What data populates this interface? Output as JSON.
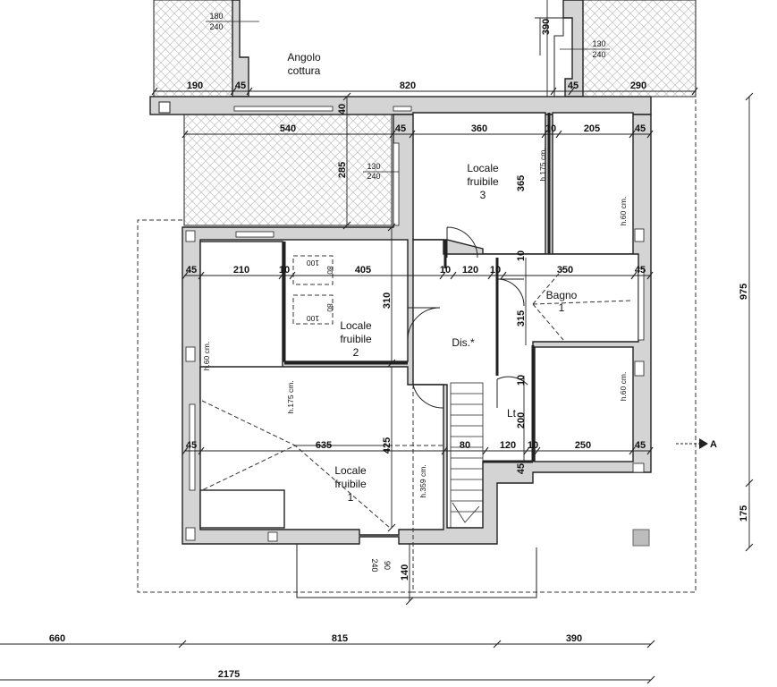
{
  "rooms": {
    "angolo_cottura": [
      "Angolo",
      "cottura"
    ],
    "locale_fruibile_3": [
      "Locale",
      "fruibile",
      "3"
    ],
    "locale_fruibile_2": [
      "Locale",
      "fruibile",
      "2"
    ],
    "locale_fruibile_1": [
      "Locale",
      "fruibile",
      "1"
    ],
    "bagno_1": [
      "Bagno",
      "1"
    ],
    "disimpegno": "Dis.*",
    "lavatoio": "Lt"
  },
  "dimensions": {
    "top_190": "190",
    "top_45_left": "45",
    "top_820": "820",
    "top_45_right": "45",
    "top_290": "290",
    "top_390_vertical": "390",
    "top_40_vertical": "40",
    "row2_540": "540",
    "row2_45": "45",
    "row2_360": "360",
    "row2_10": "10",
    "row2_205": "205",
    "row2_45_right": "45",
    "v_285": "285",
    "v_365": "365",
    "mid_45_left": "45",
    "mid_210": "210",
    "mid_10_a": "10",
    "mid_405": "405",
    "mid_10_b": "10",
    "mid_120": "120",
    "mid_10_c": "10",
    "mid_350": "350",
    "mid_45_right": "45",
    "v_310": "310",
    "v_315": "315",
    "v_10_a": "10",
    "v_10_b": "10",
    "v_200": "200",
    "low_45_left": "45",
    "low_635": "635",
    "low_80": "80",
    "low_120": "120",
    "low_10": "10",
    "low_250": "250",
    "low_45_right": "45",
    "v_425": "425",
    "v_45": "45",
    "v_140": "140",
    "right_975": "975",
    "right_175": "175",
    "bottom_660": "660",
    "bottom_815": "815",
    "bottom_390": "390",
    "bottom_total": "2175"
  },
  "openings": {
    "o1": [
      "180",
      "240"
    ],
    "o2": [
      "130",
      "240"
    ],
    "o3": [
      "130",
      "240"
    ],
    "o4": [
      "90",
      "240"
    ]
  },
  "notes": {
    "h175_left": "h.175 cm.",
    "h175_top": "h.175 cm.",
    "h60_a": "h.60 cm.",
    "h60_b": "h.60 cm.",
    "h60_c": "h.60 cm.",
    "h359": "h.359 cm.",
    "bed_100_a": "100",
    "bed_80_a": "80",
    "bed_100_b": "100",
    "bed_80_b": "80"
  },
  "section_marker": "A",
  "colors": {
    "wall_fill": "#d4d4d4",
    "line": "#222222",
    "hatch": "#c9c9c9"
  }
}
